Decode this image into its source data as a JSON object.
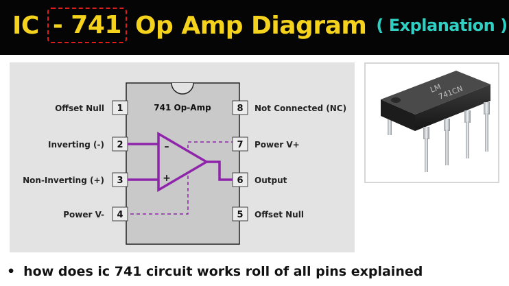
{
  "banner": {
    "title_prefix": "IC",
    "title_boxed": "- 741",
    "title_suffix": "Op Amp Diagram",
    "subtitle": "( Explanation )",
    "colors": {
      "background": "#050505",
      "title": "#f5d31c",
      "subtitle": "#2fd0c3",
      "dashed_box": "#e01c1c"
    }
  },
  "diagram": {
    "chip_label": "741 Op-Amp",
    "minus_sign": "–",
    "plus_sign": "+",
    "pins_left": [
      {
        "number": "1",
        "label": "Offset Null"
      },
      {
        "number": "2",
        "label": "Inverting (-)"
      },
      {
        "number": "3",
        "label": "Non-Inverting (+)"
      },
      {
        "number": "4",
        "label": "Power V-"
      }
    ],
    "pins_right": [
      {
        "number": "8",
        "label": "Not Connected (NC)"
      },
      {
        "number": "7",
        "label": "Power V+"
      },
      {
        "number": "6",
        "label": "Output"
      },
      {
        "number": "5",
        "label": "Offset Null"
      }
    ],
    "colors": {
      "panel": "#e3e3e3",
      "chip": "#c9c9c9",
      "signal": "#8e24aa"
    }
  },
  "photo": {
    "chip_markings": [
      "LM",
      "741CN"
    ],
    "icon": "ic-chip-photo-icon"
  },
  "caption": {
    "bullet": "•",
    "text": "how does ic 741 circuit works roll of all pins explained"
  }
}
